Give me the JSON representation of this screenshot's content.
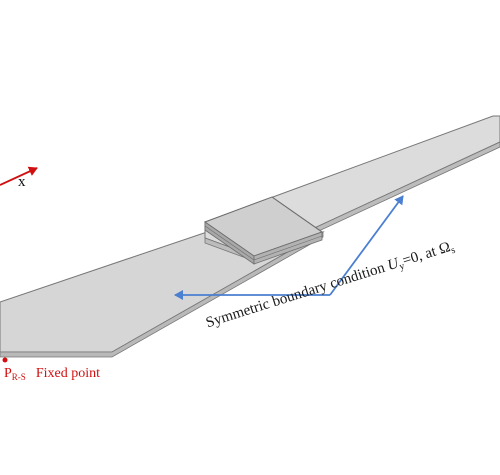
{
  "axis": {
    "x_label": "x"
  },
  "symmetric": {
    "label_prefix": "Symmetric boundary condition ",
    "var": "U",
    "var_sub": "y",
    "mid": "=0, at ",
    "omega": "Ω",
    "omega_sub": "s"
  },
  "reference": {
    "point": "P",
    "point_sub": "R-S",
    "fixed_label": "Fixed point"
  },
  "colors": {
    "plate_top": "#d9d9d9",
    "plate_edge": "#8a8a8a",
    "arrow_blue": "#4a7fd1",
    "axis_red": "#d01010",
    "point_red": "#d01010"
  }
}
